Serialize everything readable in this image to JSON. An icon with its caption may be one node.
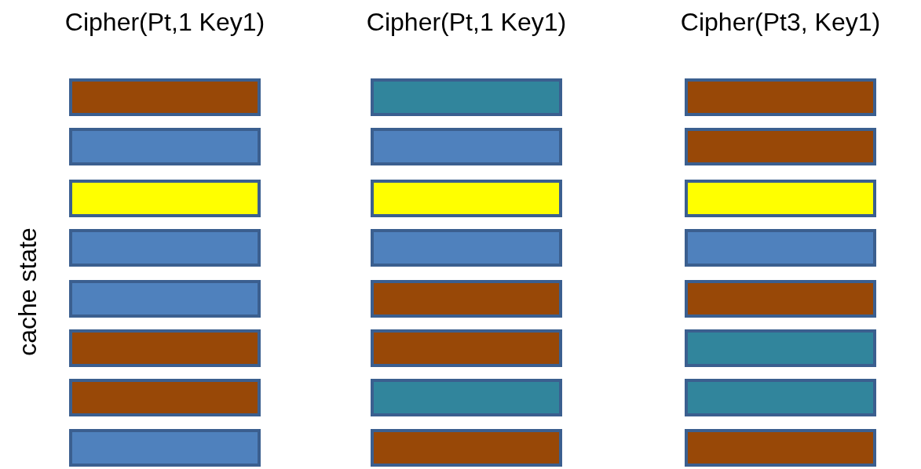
{
  "diagram": {
    "nodes": [
      {
        "text": [],
        "shape": "bar"
      },
      {
        "text": [],
        "shape": "bar"
      },
      {
        "text": [],
        "shape": "bar"
      },
      {
        "text": [],
        "shape": "bar"
      },
      {
        "text": [],
        "shape": "bar"
      },
      {
        "text": [],
        "shape": "bar"
      },
      {
        "text": [],
        "shape": "bar"
      },
      {
        "text": [],
        "shape": "bar"
      },
      {
        "text": [],
        "shape": "bar"
      },
      {
        "text": [],
        "shape": "bar"
      },
      {
        "text": [],
        "shape": "bar"
      },
      {
        "text": [],
        "shape": "bar"
      },
      {
        "text": [],
        "shape": "bar"
      },
      {
        "text": [],
        "shape": "bar"
      },
      {
        "text": [],
        "shape": "bar"
      },
      {
        "text": [],
        "shape": "bar"
      },
      {
        "text": [],
        "shape": "bar"
      },
      {
        "text": [],
        "shape": "bar"
      },
      {
        "text": [],
        "shape": "bar"
      },
      {
        "text": [],
        "shape": "bar"
      },
      {
        "text": [],
        "shape": "bar"
      },
      {
        "text": [],
        "shape": "bar"
      },
      {
        "text": [],
        "shape": "bar"
      },
      {
        "text": [],
        "shape": "bar"
      }
    ],
    "labels": [
      "Cipher(Pt,1 Key1)",
      "Cipher(Pt,1 Key1)",
      "Cipher(Pt3, Key1)",
      "cache state"
    ]
  }
}
